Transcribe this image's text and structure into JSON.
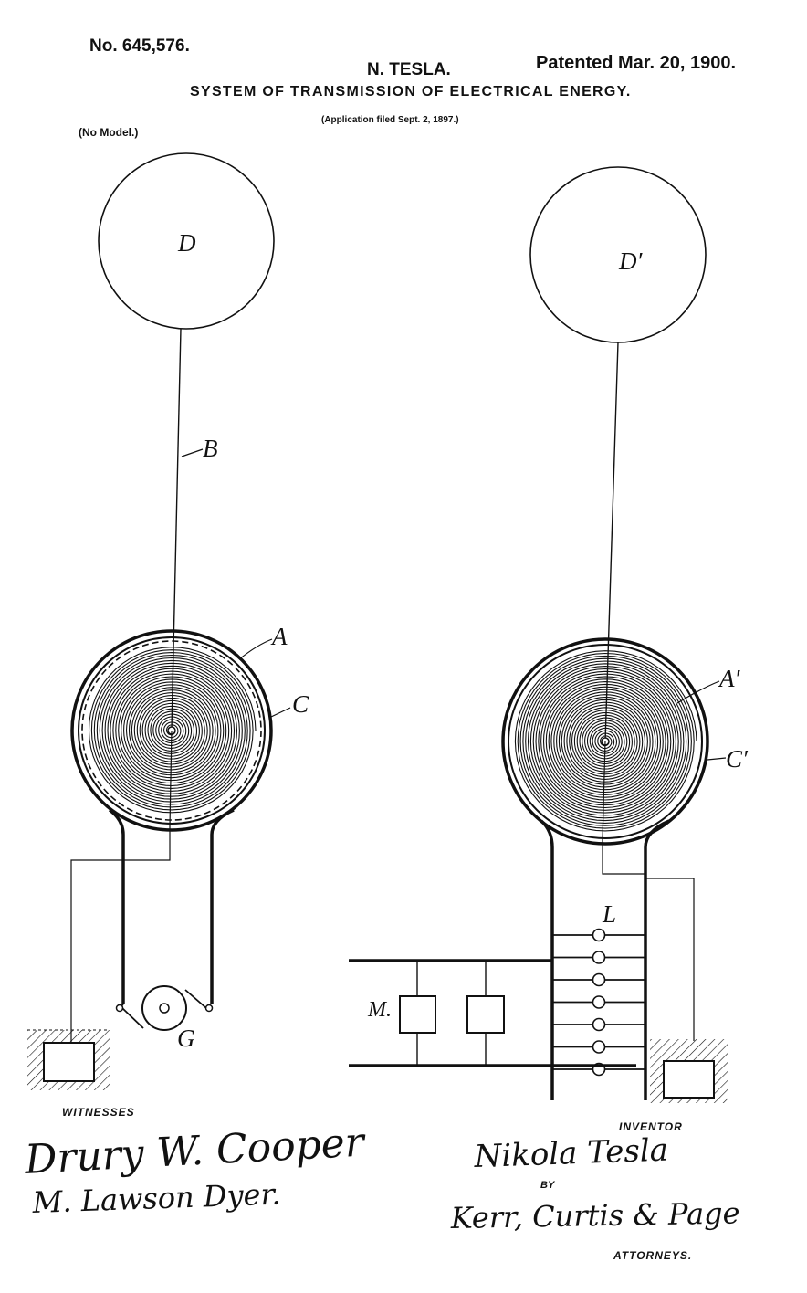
{
  "header": {
    "patent_number": "No. 645,576.",
    "inventor_name": "N. TESLA.",
    "patent_date": "Patented Mar. 20, 1900.",
    "title": "SYSTEM OF TRANSMISSION OF ELECTRICAL ENERGY.",
    "application_filed": "(Application filed Sept. 2, 1897.)",
    "no_model": "(No Model.)"
  },
  "labels": {
    "D": "D",
    "D_prime": "D′",
    "B": "B",
    "A": "A",
    "C": "C",
    "A_prime": "A′",
    "C_prime": "C′",
    "L": "L",
    "M": "M.",
    "G": "G"
  },
  "footer": {
    "witnesses_label": "WITNESSES",
    "inventor_label": "INVENTOR",
    "by_label": "BY",
    "attorneys_label": "ATTORNEYS.",
    "witness_signature_1": "Drury W. Cooper",
    "witness_signature_2": "M. Lawson Dyer.",
    "inventor_signature": "Nikola Tesla",
    "attorneys_signature": "Kerr, Curtis & Page"
  }
}
